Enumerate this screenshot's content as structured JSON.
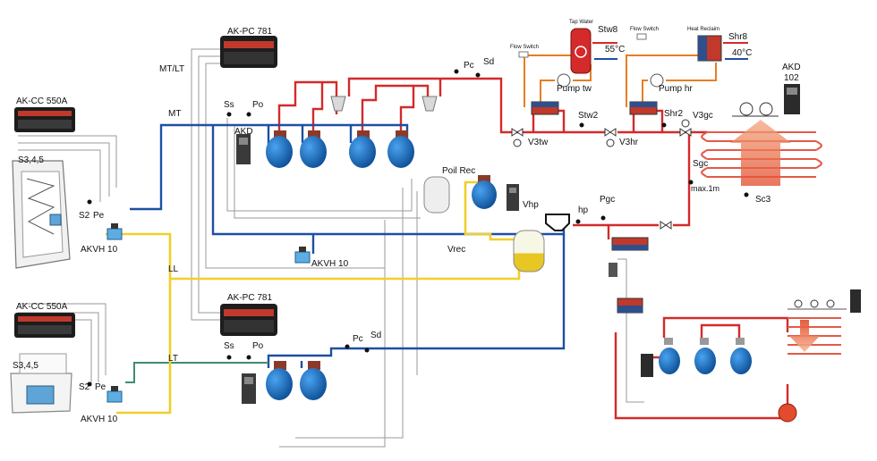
{
  "controllers": {
    "pc_top": "AK-PC 781",
    "pc_bottom": "AK-PC 781",
    "cc_top": "AK-CC 550A",
    "cc_bottom": "AK-CC 550A",
    "akd_right": "AKD",
    "akd_right_num": "102",
    "akd_left": "AKD"
  },
  "lines": {
    "mt_lt": "MT/LT",
    "mt": "MT",
    "ll": "LL",
    "lt": "LT"
  },
  "sensors": {
    "s345_top": "S3,4,5",
    "s345_bottom": "S3,4,5",
    "s2_top": "S2",
    "pe_top": "Pe",
    "s2_bottom": "S2",
    "pe_bottom": "Pe",
    "akvh_top": "AKVH 10",
    "akvh_mid": "AKVH 10",
    "akvh_bottom": "AKVH 10",
    "ss_top": "Ss",
    "po_top": "Po",
    "ss_bottom": "Ss",
    "po_bottom": "Po",
    "pc_top": "Pc",
    "sd_top": "Sd",
    "pc_bottom": "Pc",
    "sd_bottom": "Sd",
    "poil_rec": "Poil Rec",
    "vrec": "Vrec",
    "vhp": "Vhp",
    "hp": "hp",
    "pgc": "Pgc",
    "sgc": "Sgc",
    "max_1m": "max.1m",
    "sc3": "Sc3",
    "stw2": "Stw2",
    "shr2": "Shr2",
    "v3tw": "V3tw",
    "v3hr": "V3hr",
    "v3gc": "V3gc"
  },
  "heat_recovery": {
    "tap_water": "Tap Water",
    "stw8": "Stw8",
    "temp_tw": "55°C",
    "heat_reclaim": "Heat Reclaim",
    "shr8": "Shr8",
    "temp_hr": "40°C",
    "flow_switch_1": "Flow Switch",
    "flow_switch_2": "Flow Switch",
    "pump_tw": "Pump tw",
    "pump_hr": "Pump hr"
  },
  "colors": {
    "hot": "#d42a2a",
    "suction": "#1e4fa3",
    "liquid": "#f0cf2a",
    "lt_green": "#3f8c6f",
    "orange": "#e67e22",
    "compressor": "#1a73c6",
    "signal": "#8a8a8a"
  }
}
